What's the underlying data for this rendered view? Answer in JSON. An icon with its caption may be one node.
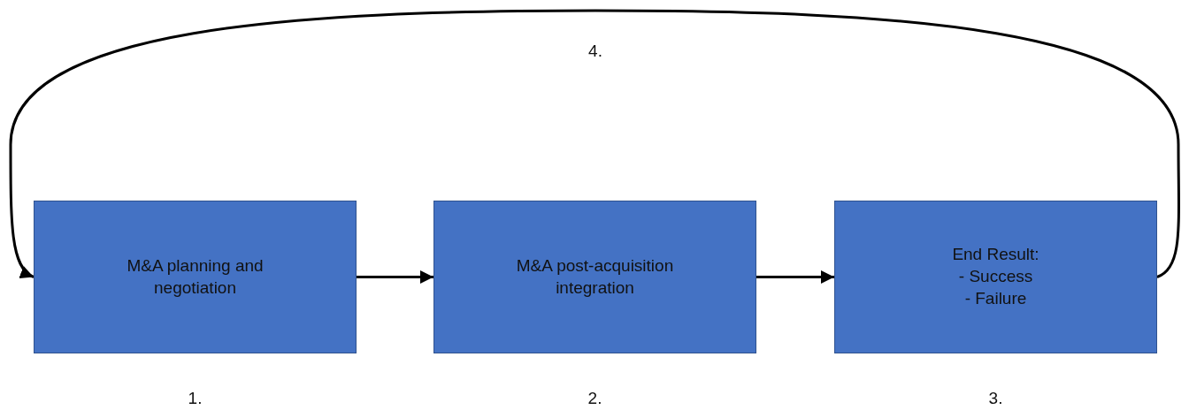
{
  "diagram": {
    "nodes": [
      {
        "text": [
          "M&A planning and negotiation"
        ],
        "beside": [
          "1."
        ]
      },
      {
        "text": [
          "M&A post-acquisition integration"
        ],
        "beside": [
          "2."
        ]
      },
      {
        "text": [
          "End Result:",
          "- Success",
          "- Failure"
        ],
        "beside": [
          "3."
        ]
      }
    ],
    "edges": [
      {
        "from": 0,
        "to": 1,
        "arrow": "to"
      },
      {
        "from": 1,
        "to": 2,
        "arrow": "to"
      },
      {
        "from": 2,
        "to": 0,
        "arrow": "to",
        "label": "4."
      }
    ]
  }
}
